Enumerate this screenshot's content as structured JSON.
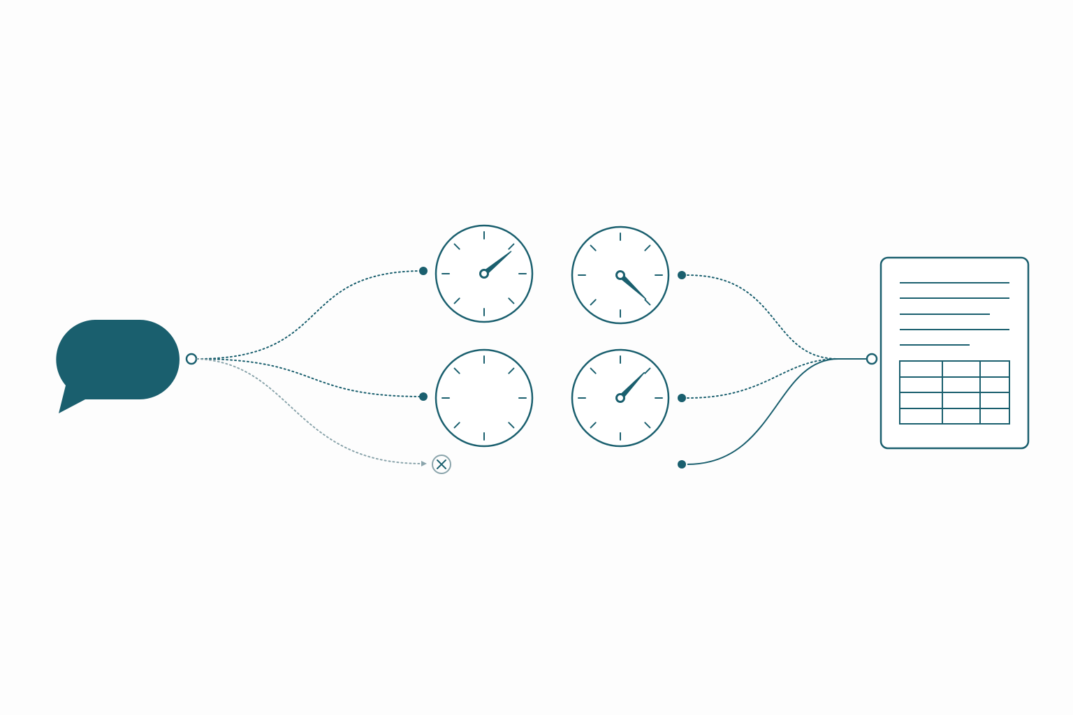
{
  "colors": {
    "primary": "#1a5f6e",
    "muted": "#8aa4ab",
    "background": "#fdfdfd"
  },
  "diagram": {
    "source": {
      "icon": "speech-bubble-icon"
    },
    "branches": [
      {
        "id": "branch-top",
        "style": "dotted",
        "status": "active"
      },
      {
        "id": "branch-middle",
        "style": "dotted",
        "status": "active"
      },
      {
        "id": "branch-bottom",
        "style": "dotted",
        "status": "cancelled",
        "end_icon": "x-circle-icon"
      }
    ],
    "gauges": [
      {
        "id": "gauge-top-left",
        "icon": "gauge-icon",
        "needle_visible": true,
        "needle_reading": 0.14
      },
      {
        "id": "gauge-bottom-left",
        "icon": "gauge-icon",
        "needle_visible": false
      },
      {
        "id": "gauge-top-right",
        "icon": "gauge-icon",
        "needle_visible": true,
        "needle_reading": 0.37
      },
      {
        "id": "gauge-bottom-right",
        "icon": "gauge-icon",
        "needle_visible": true,
        "needle_reading": 0.12
      }
    ],
    "outputs": [
      {
        "id": "output-top",
        "style": "dotted"
      },
      {
        "id": "output-middle",
        "style": "dotted"
      },
      {
        "id": "output-bottom",
        "style": "solid"
      }
    ],
    "target": {
      "icon": "document-icon",
      "text_line_count": 5,
      "table_rows": 4,
      "table_cols": 3
    }
  }
}
